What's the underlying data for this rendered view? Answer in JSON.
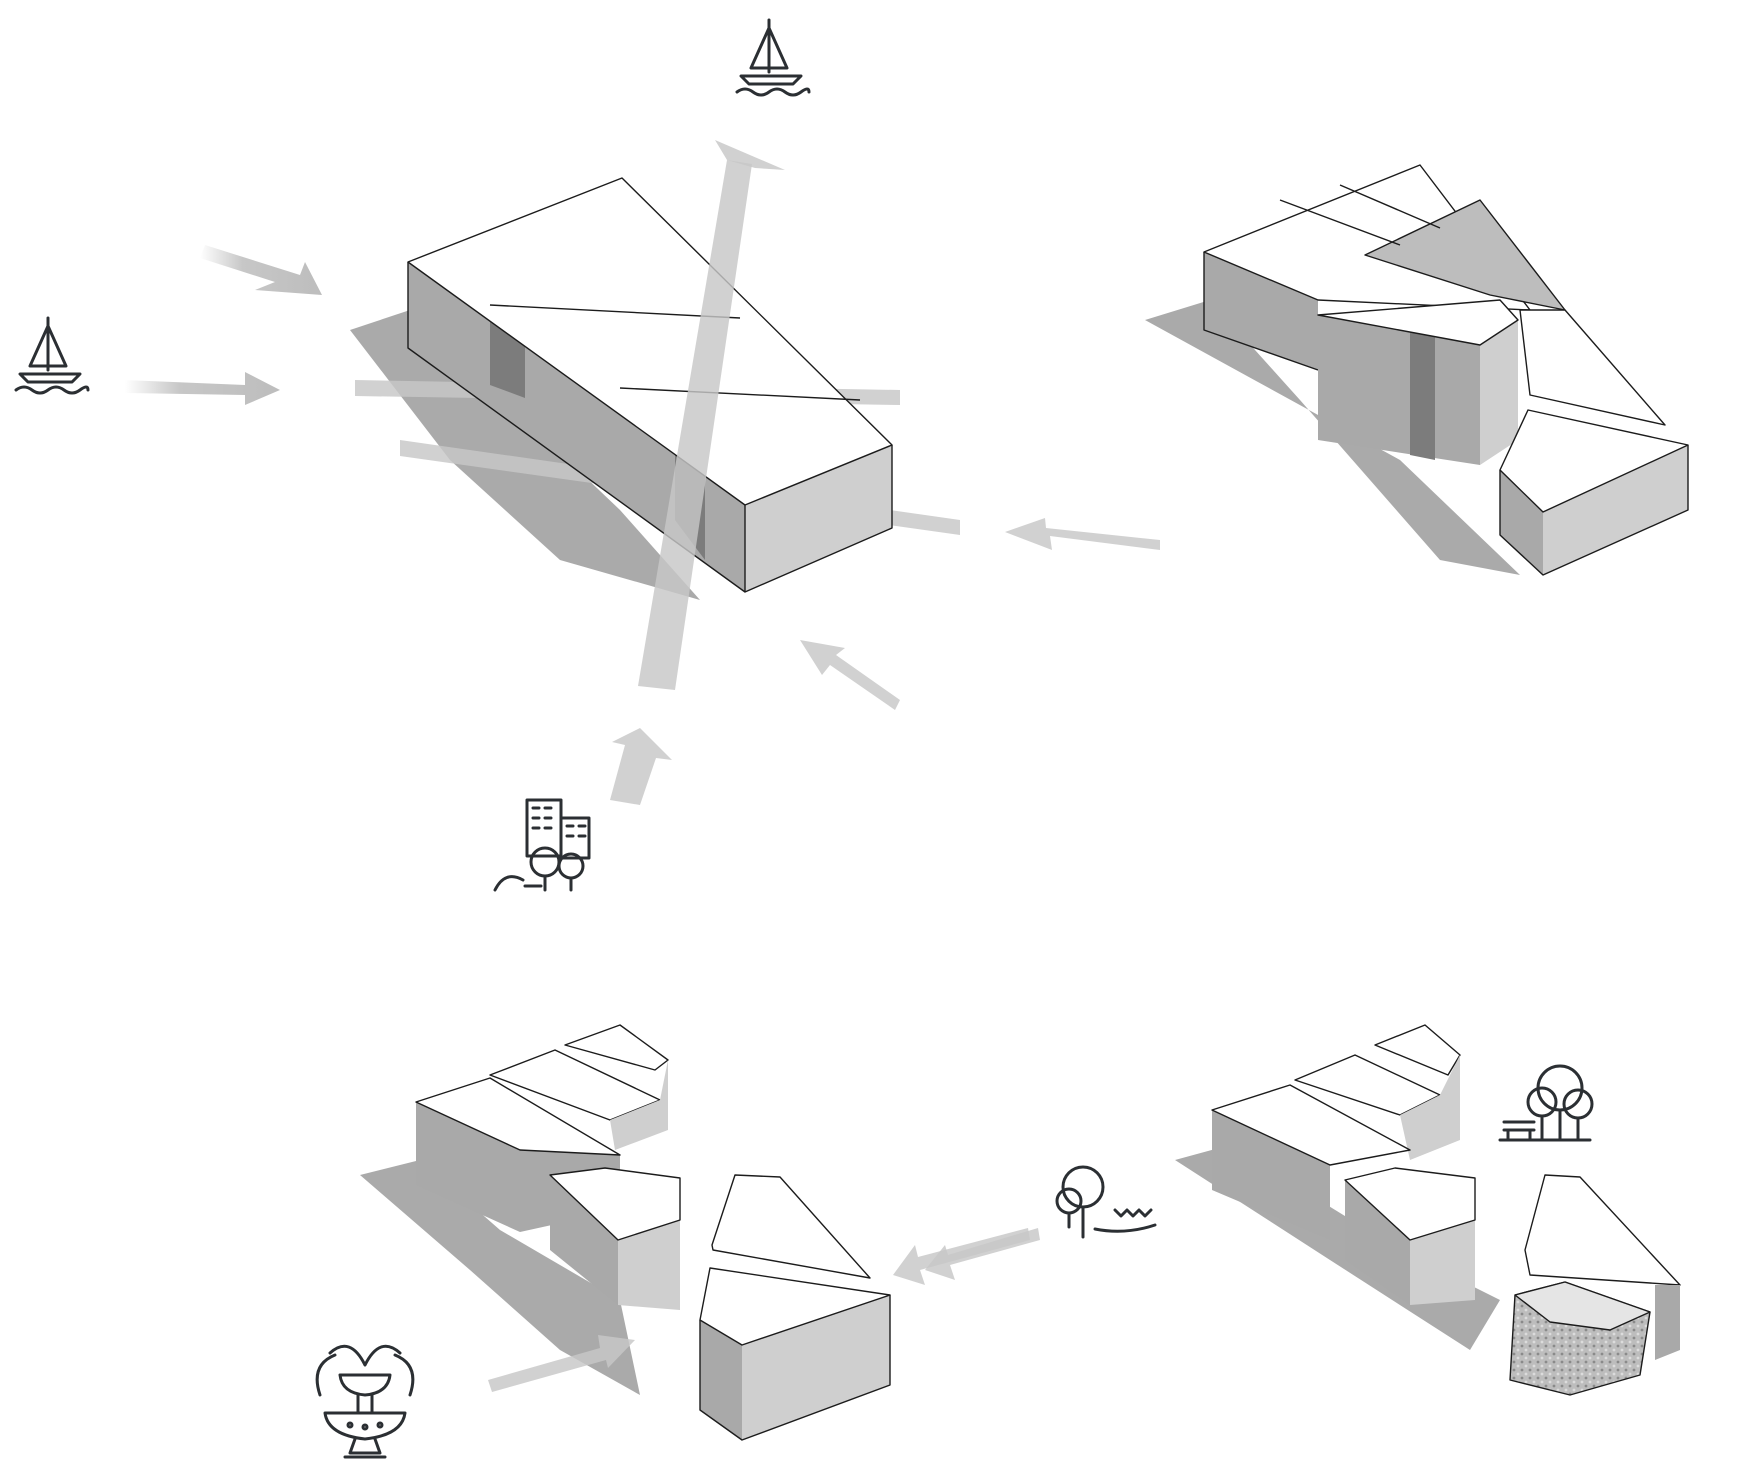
{
  "diagram": {
    "panels": [
      {
        "id": "site-forces",
        "icons": [
          "sailboat-icon",
          "sailboat-icon",
          "city-park-icon"
        ]
      },
      {
        "id": "cuts-and-lifts",
        "icons": []
      },
      {
        "id": "split-volumes",
        "icons": [
          "fountain-icon"
        ]
      },
      {
        "id": "landscape-terraces",
        "icons": [
          "park-trees-icon",
          "bench-tree-icon"
        ]
      }
    ],
    "colors": {
      "roof": "#ffffff",
      "wall": "#a9a9a9",
      "wall_dark": "#7c7c7c",
      "shadow": "#8e8e8e",
      "flow_arrow": "#c7c7c7",
      "icon_stroke": "#2b2f33"
    }
  }
}
